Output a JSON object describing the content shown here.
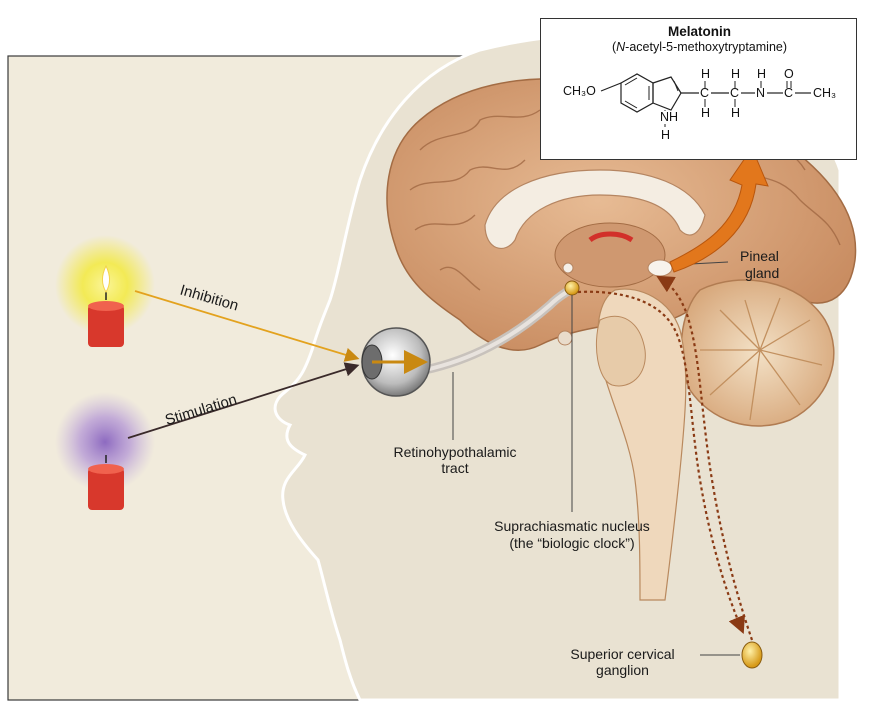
{
  "diagram": {
    "labels": {
      "inhibition": "Inhibition",
      "stimulation": "Stimulation",
      "pineal_line1": "Pineal",
      "pineal_line2": "gland",
      "rht_line1": "Retinohypothalamic",
      "rht_line2": "tract",
      "scn_line1": "Suprachiasmatic nucleus",
      "scn_line2": "(the “biologic clock”)",
      "scg_line1": "Superior cervical",
      "scg_line2": "ganglion"
    },
    "melatonin": {
      "title": "Melatonin",
      "subtitle_italic": "N",
      "subtitle_rest": "-acetyl-5-methoxytryptamine",
      "ch3o": "CH₃O",
      "nh_n": "NH",
      "nh_h": "H",
      "h_top_1": "H",
      "h_top_2": "H",
      "h_top_3": "H",
      "h_bot_1": "H",
      "h_bot_2": "H",
      "c1": "C",
      "c2": "C",
      "n_amide": "N",
      "c3": "C",
      "o": "O",
      "ch3": "CH₃"
    },
    "colors": {
      "background": "#f1ebdc",
      "skin": "#eae3d2",
      "brain": "#d9a57a",
      "candle": "#d8382c",
      "glow_yellow": "#f5ec3a",
      "glow_purple": "#a884c9",
      "inhibition_line": "#e3a21e",
      "stimulation_line": "#3a2a2a",
      "arrow_orange": "#e2771c"
    }
  }
}
